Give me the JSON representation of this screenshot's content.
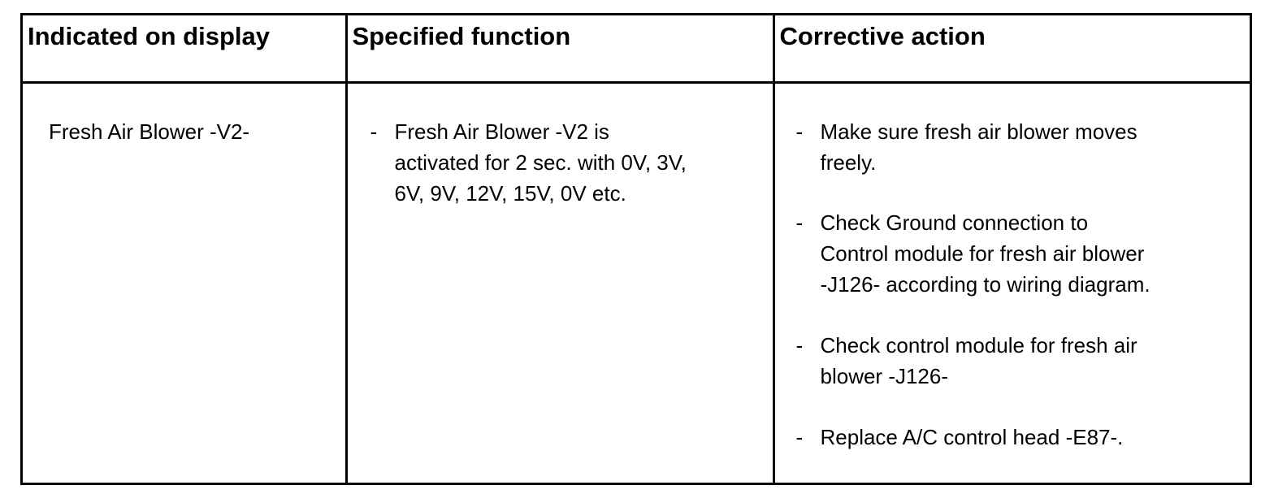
{
  "table": {
    "headers": {
      "display": "Indicated on display",
      "function": "Specified function",
      "action": "Corrective action"
    },
    "rows": [
      {
        "display": "Fresh Air Blower -V2-",
        "function": {
          "dash": "-",
          "lines": [
            "Fresh Air Blower -V2 is",
            "activated for 2 sec. with 0V, 3V,",
            "6V, 9V, 12V, 15V, 0V etc."
          ]
        },
        "actions": [
          {
            "dash": "-",
            "lines": [
              "Make sure fresh air blower moves",
              "freely."
            ]
          },
          {
            "dash": "-",
            "lines": [
              "Check Ground connection to",
              "Control module for fresh air blower",
              "-J126- according to wiring diagram."
            ]
          },
          {
            "dash": "-",
            "lines": [
              "Check control module for fresh air",
              "blower -J126-"
            ]
          },
          {
            "dash": "-",
            "lines": [
              "Replace A/C control head -E87-."
            ]
          }
        ]
      }
    ]
  }
}
